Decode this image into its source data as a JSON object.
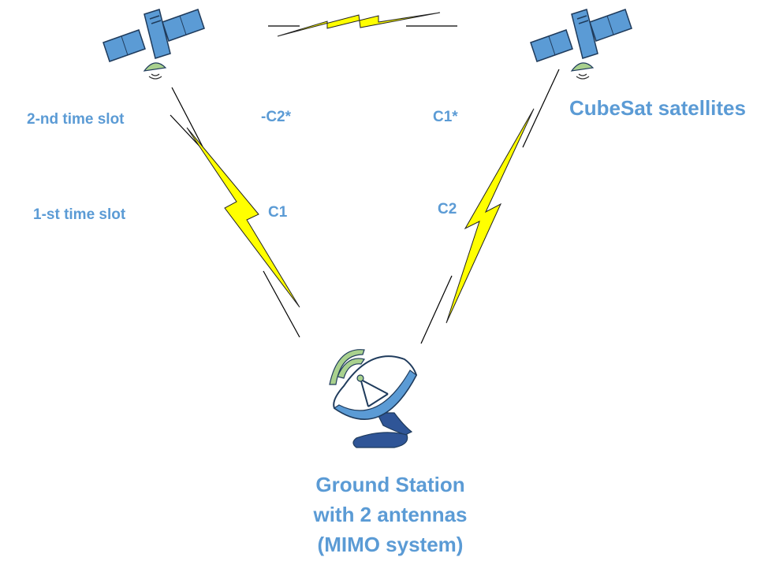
{
  "labels": {
    "slot2": "2-nd time slot",
    "slot1": "1-st time slot",
    "c2star": "-C2*",
    "c1star": "C1*",
    "c1": "C1",
    "c2": "C2",
    "cubesat": "CubeSat satellites",
    "ground_station": [
      "Ground Station",
      "with 2 antennas",
      "(MIMO system)"
    ]
  },
  "colors": {
    "label_blue": "#5b9bd5",
    "panel_blue": "#5b9bd5",
    "panel_dark": "#2e5d8a",
    "lightning_yellow": "#ffff00",
    "antenna_green": "#a9d18e",
    "dish_blue": "#5b9bd5",
    "dish_base": "#2f5597"
  },
  "icons": [
    "satellite-icon",
    "satellite-icon",
    "ground-station-dish-icon",
    "lightning-link-icon"
  ]
}
